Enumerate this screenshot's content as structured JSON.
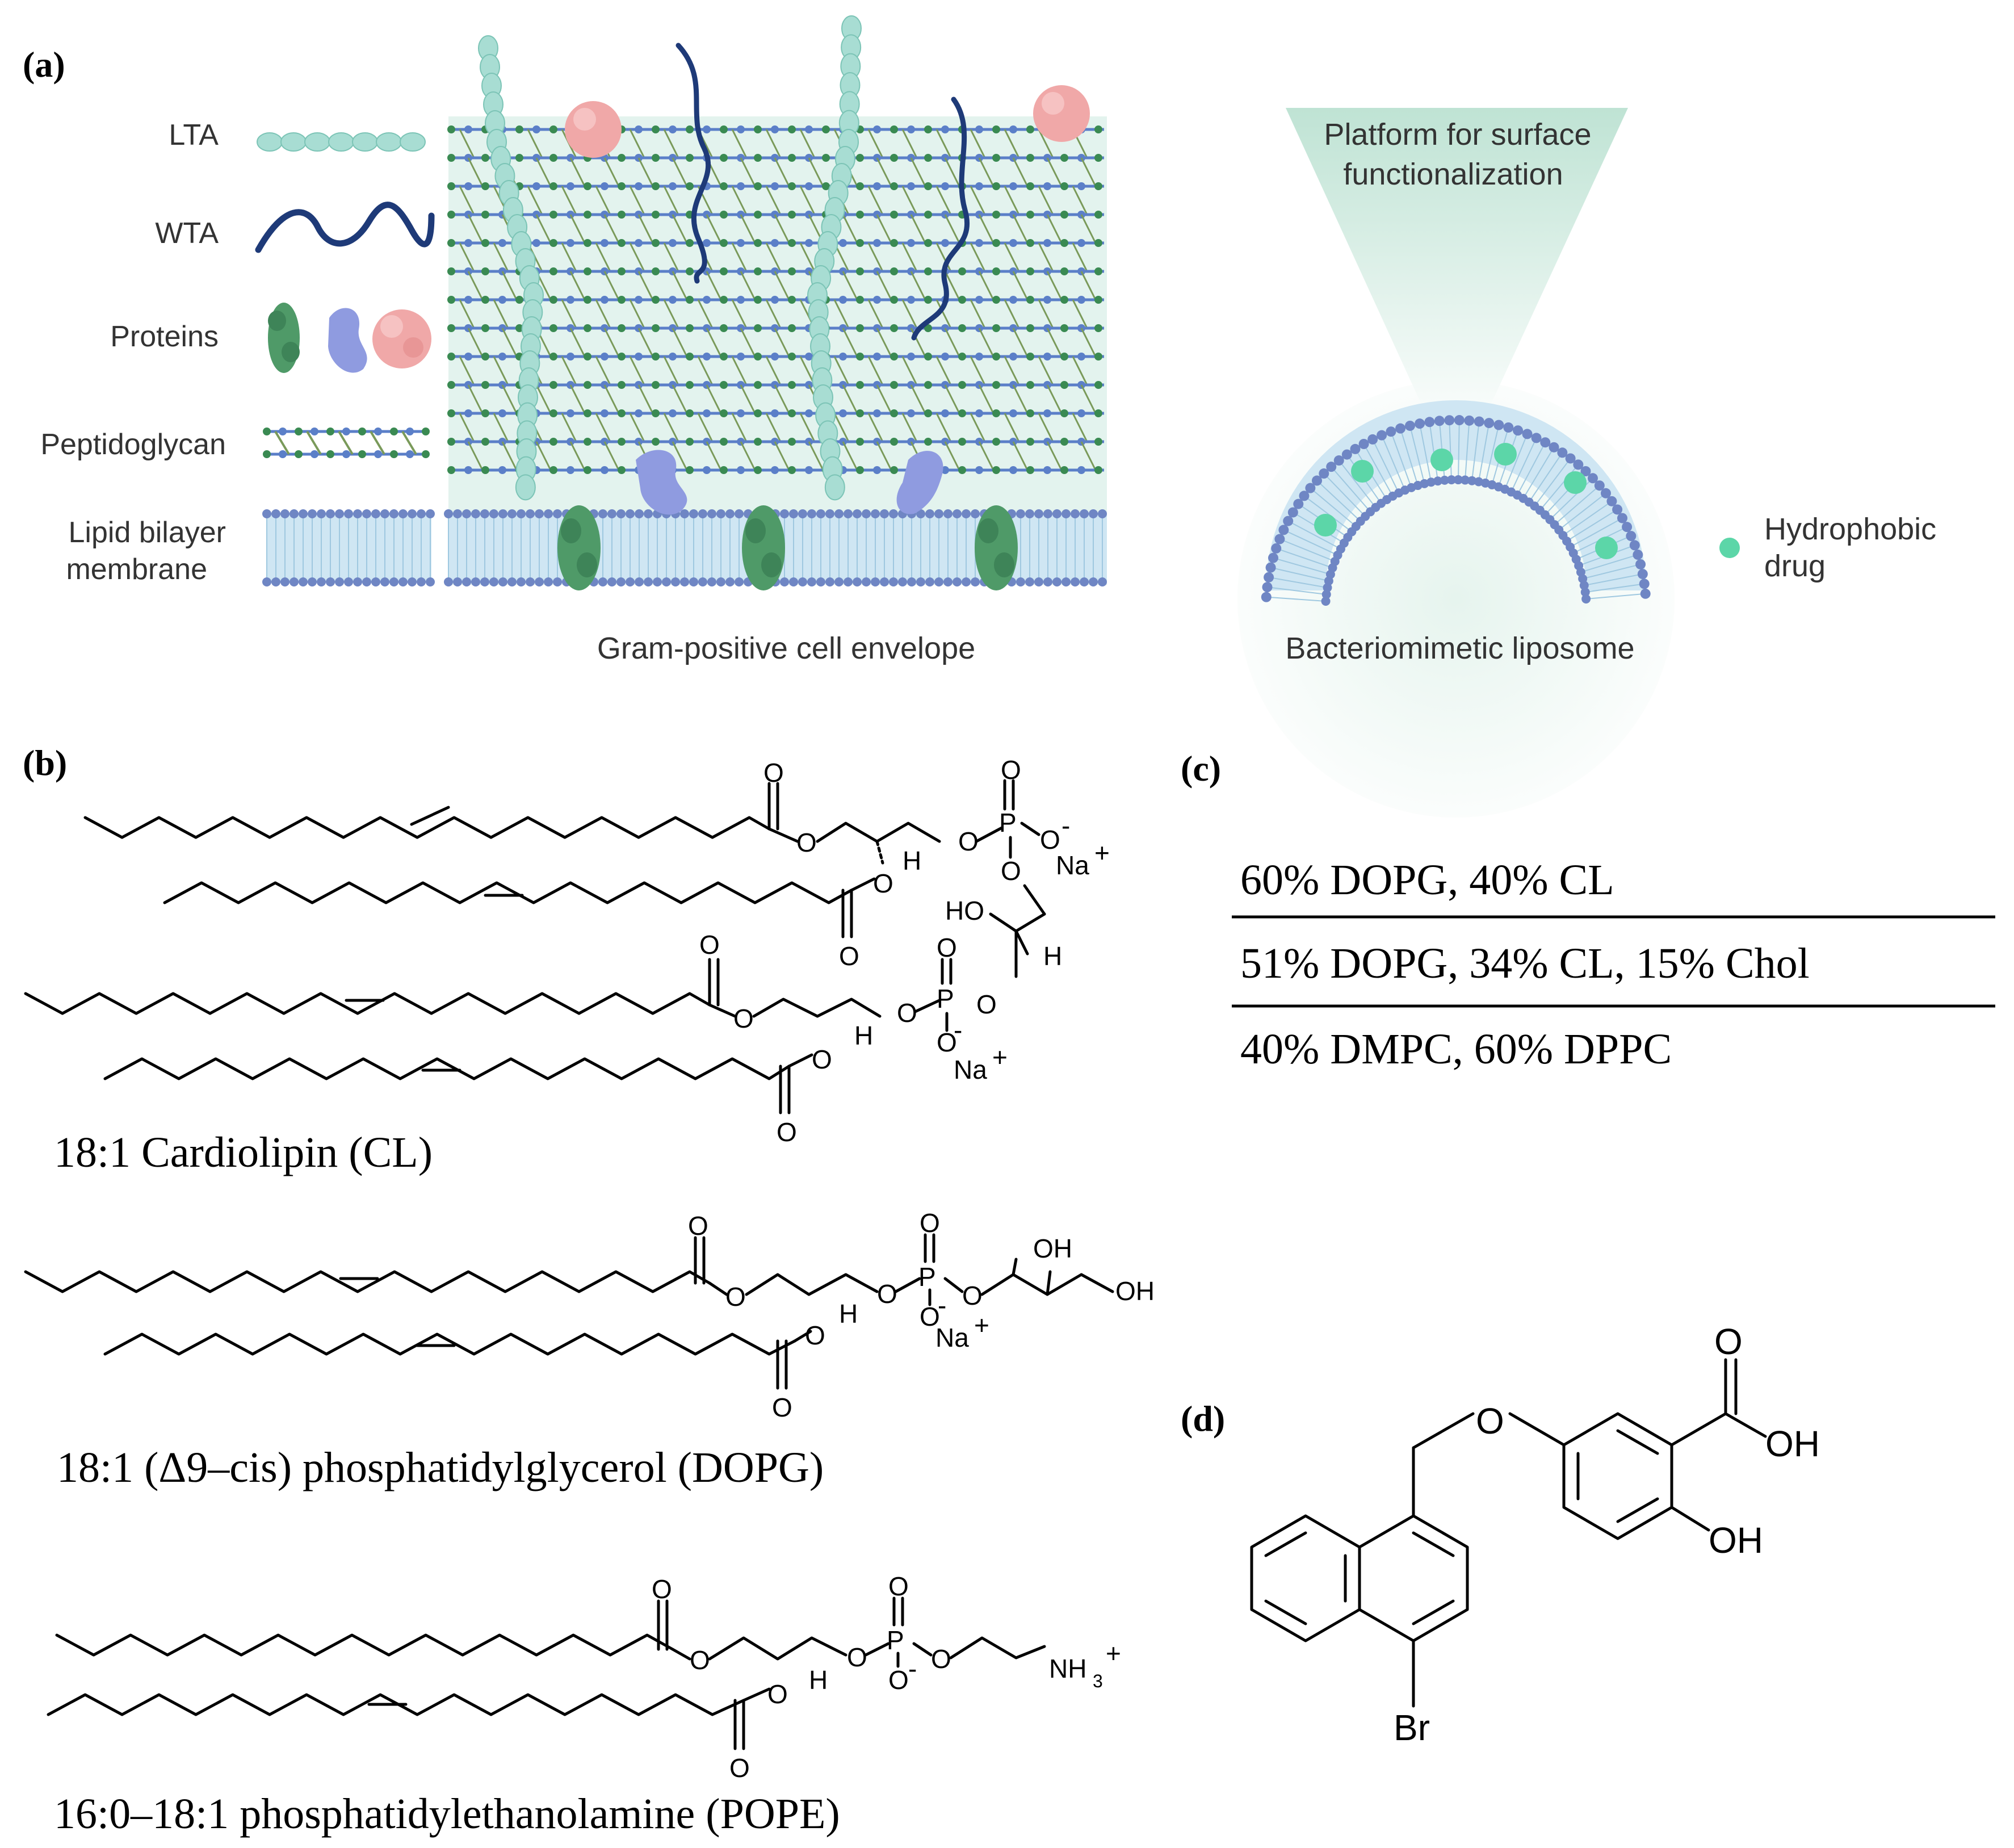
{
  "panels": {
    "a": "(a)",
    "b": "(b)",
    "c": "(c)",
    "d": "(d)"
  },
  "panel_a": {
    "legend": {
      "lta": "LTA",
      "wta": "WTA",
      "proteins": "Proteins",
      "peptidoglycan": "Peptidoglycan",
      "lipid_bilayer_line1": "Lipid bilayer",
      "lipid_bilayer_line2": "membrane"
    },
    "envelope_caption": "Gram-positive cell envelope",
    "platform_line1": "Platform for surface",
    "platform_line2": "functionalization",
    "liposome_caption": "Bacteriomimetic liposome",
    "drug_label_line1": "Hydrophobic",
    "drug_label_line2": "drug",
    "colors": {
      "lta": "#a8ddd3",
      "wta": "#1e3a78",
      "protein_green": "#4f9a68",
      "protein_blue": "#8f9be0",
      "protein_pink": "#f0a8a8",
      "peptidoglycan_green": "#3a8a52",
      "peptidoglycan_blue": "#5b7fc8",
      "membrane_head": "#6f86c4",
      "membrane_fill": "#cfe6f3",
      "drug": "#5cd6a8",
      "funnel": "#bfe3d4"
    }
  },
  "panel_b": {
    "cl": {
      "name": "18:1 Cardiolipin (CL)",
      "atoms": {
        "O": "O",
        "P": "P",
        "H": "H",
        "HO": "HO",
        "Na": "Na",
        "plus": "+",
        "minus": "-"
      }
    },
    "dopg": {
      "name": "18:1 (Δ9–cis) phosphatidylglycerol (DOPG)",
      "atoms": {
        "O": "O",
        "P": "P",
        "H": "H",
        "OH": "OH",
        "Na": "Na",
        "plus": "+",
        "minus": "-"
      }
    },
    "pope": {
      "name": "16:0–18:1 phosphatidylethanolamine (POPE)",
      "atoms": {
        "O": "O",
        "P": "P",
        "H": "H",
        "NH": "NH",
        "sub3": "3",
        "plus": "+",
        "minus": "-"
      }
    }
  },
  "panel_c": {
    "rows": [
      "60% DOPG, 40% CL",
      "51% DOPG, 34% CL, 15% Chol",
      "40% DMPC, 60% DPPC"
    ]
  },
  "panel_d": {
    "atoms": {
      "O": "O",
      "OH": "OH",
      "Br": "Br"
    }
  }
}
